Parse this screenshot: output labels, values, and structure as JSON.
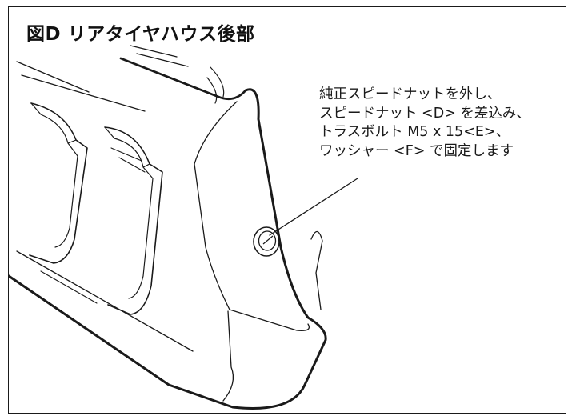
{
  "figure": {
    "title": "図D リアタイヤハウス後部",
    "note_lines": [
      "純正スピードナットを外し、",
      "スピードナット <D> を差込み、",
      "トラスボルト M5 x 15<E>、",
      "ワッシャー <F> で固定します"
    ]
  },
  "colors": {
    "line": "#1a1a1a",
    "background": "#ffffff"
  }
}
